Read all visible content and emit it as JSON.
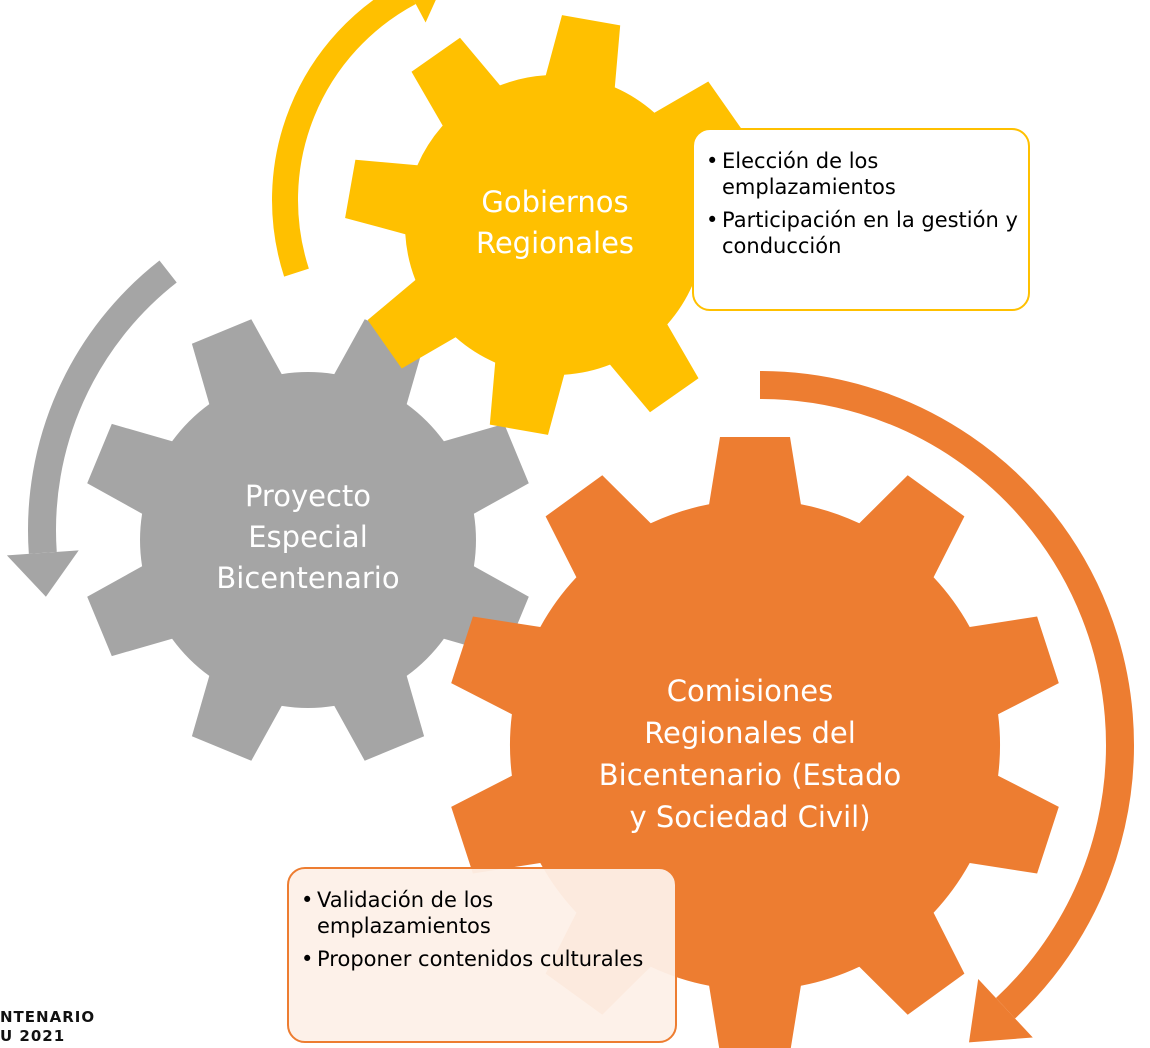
{
  "colors": {
    "gobiernos": "#FFC000",
    "proyecto": "#A5A5A5",
    "comisiones": "#ED7D31",
    "text_on_gear": "#FFFFFF"
  },
  "gears": {
    "gobiernos": {
      "lines": [
        "Gobiernos",
        "Regionales"
      ]
    },
    "proyecto": {
      "lines": [
        "Proyecto",
        "Especial",
        "Bicentenario"
      ]
    },
    "comisiones": {
      "lines": [
        "Comisiones",
        "Regionales del",
        "Bicentenario (Estado",
        "y Sociedad Civil)"
      ]
    }
  },
  "callouts": {
    "gobiernos": [
      "Elección de los emplazamientos",
      "Participación en la gestión y conducción"
    ],
    "comisiones": [
      "Validación de los emplazamientos",
      "Proponer contenidos culturales"
    ]
  },
  "logo": {
    "lines": [
      "NTENARIO",
      "U 2021"
    ]
  },
  "icons": {
    "arrow_yellow": "curved-arrow-icon",
    "arrow_gray": "curved-arrow-icon",
    "arrow_orange": "curved-arrow-icon"
  }
}
